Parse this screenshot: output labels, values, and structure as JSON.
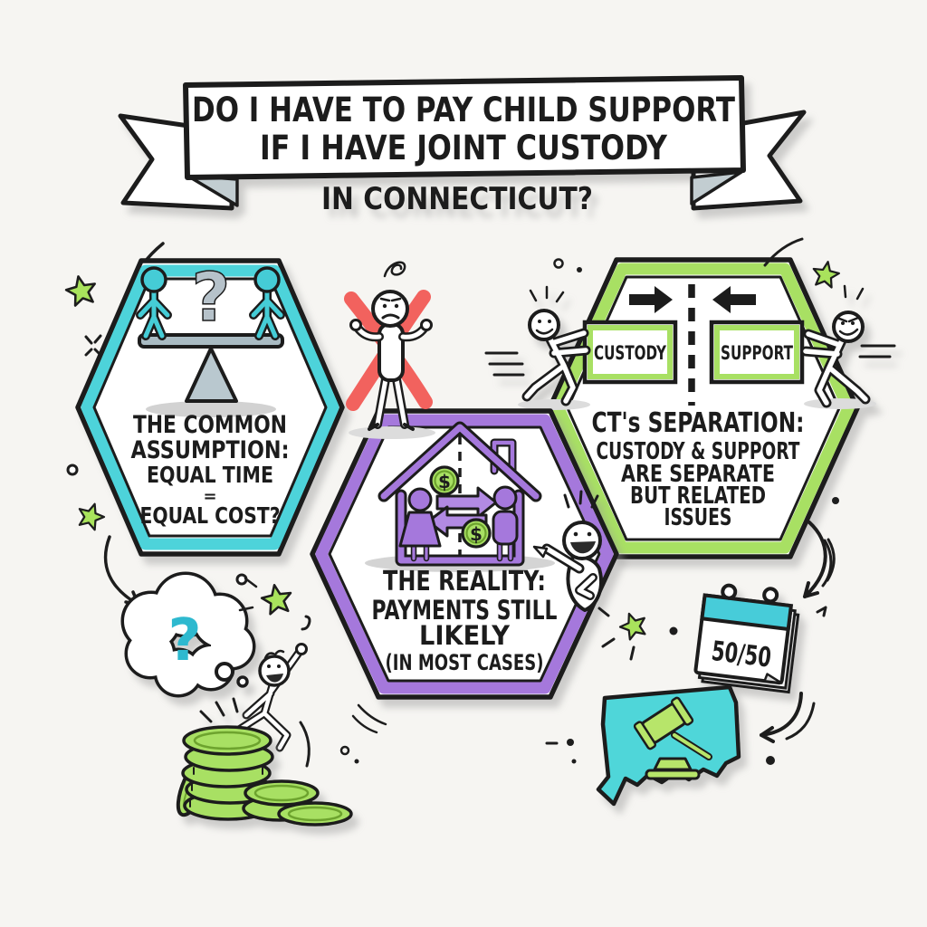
{
  "banner": {
    "line1": "DO I HAVE TO PAY CHILD SUPPORT",
    "line2": "IF I HAVE JOINT CUSTODY",
    "line3": "IN CONNECTICUT?"
  },
  "hex_assumption": {
    "heading_line1": "THE COMMON",
    "heading_line2": "ASSUMPTION:",
    "body_line1": "EQUAL TIME",
    "body_line2": "=",
    "body_line3": "EQUAL COST?",
    "question_mark": "?",
    "border_color": "#4ed3da"
  },
  "hex_reality": {
    "heading": "THE REALITY:",
    "body_line1": "PAYMENTS STILL",
    "body_line2": "LIKELY",
    "body_line3": "(IN MOST CASES)",
    "dollar_sign": "$",
    "border_color": "#a578dc"
  },
  "hex_separation": {
    "heading": "CT's SEPARATION:",
    "body_line1": "CUSTODY & SUPPORT",
    "body_line2": "ARE SEPARATE",
    "body_line3": "BUT RELATED",
    "body_line4": "ISSUES",
    "box_left_label": "CUSTODY",
    "box_right_label": "SUPPORT",
    "border_color": "#a8e063"
  },
  "thought_bubble": {
    "question_mark": "?"
  },
  "calendar": {
    "label": "50/50"
  },
  "palette": {
    "teal": "#4ed3da",
    "purple": "#a578dc",
    "green": "#a8e063",
    "red_x": "#f2625e",
    "ink": "#1d1d1d",
    "background": "#f6f5f2"
  }
}
